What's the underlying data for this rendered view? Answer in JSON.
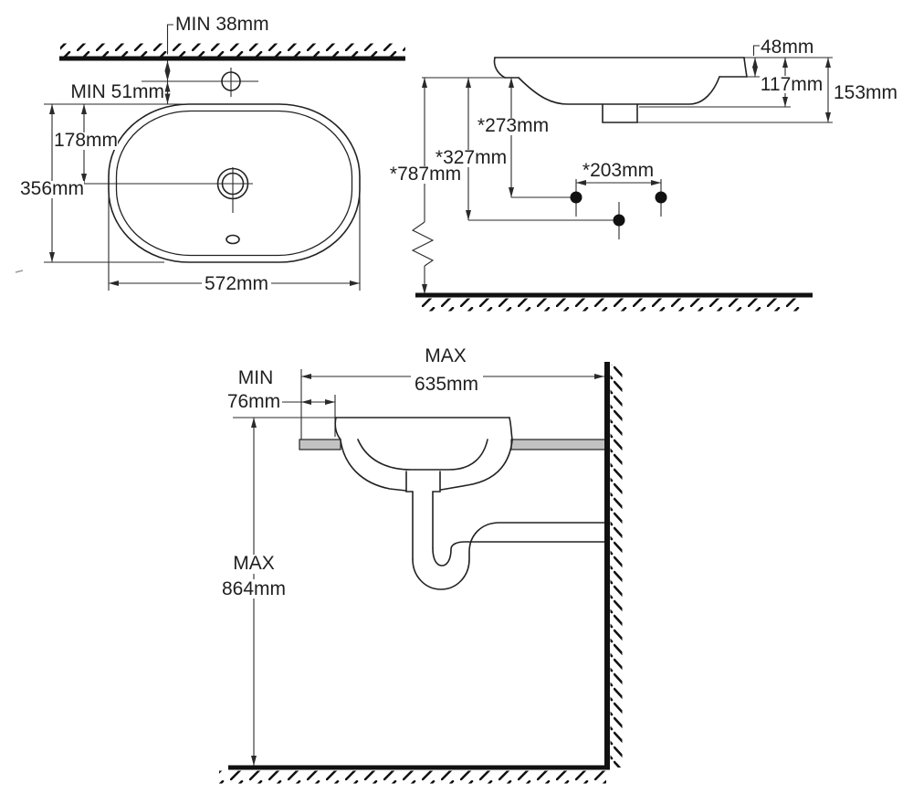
{
  "drawing_type": "basin installation dimension drawing",
  "views": {
    "plan": {
      "faucet_from_wall": "MIN 38mm",
      "rim_from_wall": "MIN 51mm",
      "rim_to_drain_center": "178mm",
      "overall_depth": "356mm",
      "overall_width": "572mm"
    },
    "elevation": {
      "rim_above_counter": "48mm",
      "bowl_depth": "117mm",
      "overall_height": "153mm",
      "counter_to_supply": "*273mm",
      "counter_to_drain": "*327mm",
      "counter_to_floor": "*787mm",
      "supply_spacing": "*203mm"
    },
    "section": {
      "counter_depth_max_label": "MAX",
      "counter_depth_max_value": "635mm",
      "front_clearance_min_label": "MIN",
      "front_clearance_min_value": "76mm",
      "rim_height_max_label": "MAX",
      "rim_height_max_value": "864mm"
    }
  },
  "colors": {
    "background": "#ffffff",
    "line": "#2a2a2a",
    "outline": "#222222",
    "heavy_line": "#111111",
    "counter_fill": "#c2c2c2",
    "text": "#1f1f1f"
  }
}
